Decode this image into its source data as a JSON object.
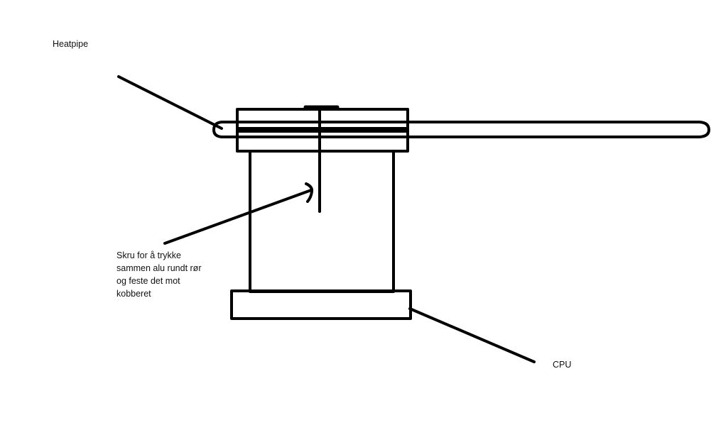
{
  "labels": {
    "heatpipe": "Heatpipe",
    "screw_lines": [
      "Skru for å trykke",
      "sammen alu rundt rør",
      "og feste det mot",
      "kobberet"
    ],
    "cpu": "CPU"
  },
  "colors": {
    "stroke": "#000000",
    "background": "#ffffff",
    "text": "#111111"
  }
}
